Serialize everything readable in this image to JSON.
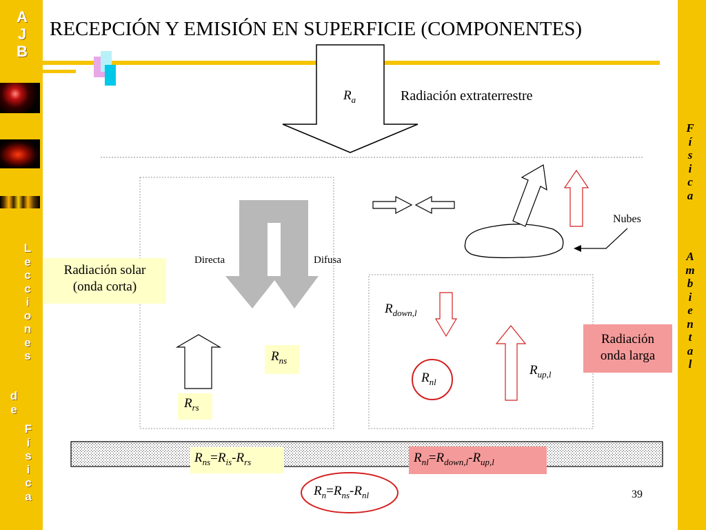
{
  "sidebar": {
    "ajb": [
      "A",
      "J",
      "B"
    ],
    "lecciones": [
      "L",
      "e",
      "c",
      "c",
      "i",
      "o",
      "n",
      "e",
      "s"
    ],
    "de": [
      "d",
      "e"
    ],
    "fisica": [
      "F",
      "í",
      "s",
      "i",
      "c",
      "a"
    ]
  },
  "right_sidebar": {
    "fisica": [
      "F",
      "í",
      "s",
      "i",
      "c",
      "a"
    ],
    "ambiental": [
      "A",
      "m",
      "b",
      "i",
      "e",
      "n",
      "t",
      "a",
      "l"
    ]
  },
  "title": "RECEPCIÓN Y EMISIÓN EN SUPERFICIE (COMPONENTES)",
  "diagram": {
    "ra_symbol": "R",
    "ra_sub": "a",
    "extraterrestrial_label": "Radiación extraterrestre",
    "directa_label": "Directa",
    "difusa_label": "Difusa",
    "nubes_label": "Nubes",
    "solar_note": [
      "Radiación solar",
      "(onda corta)"
    ],
    "longwave_note": [
      "Radiación",
      "onda larga"
    ],
    "rns": {
      "sym": "R",
      "sub": "ns"
    },
    "rrs": {
      "sym": "R",
      "sub": "rs"
    },
    "rnl": {
      "sym": "R",
      "sub": "nl"
    },
    "rdown": {
      "sym": "R",
      "sub": "down,l"
    },
    "rup": {
      "sym": "R",
      "sub": "up,l"
    }
  },
  "equations": {
    "rns": {
      "a": "R",
      "a_sub": "ns",
      "eq": "=",
      "b": "R",
      "b_sub": "is",
      "minus": "-",
      "c": "R",
      "c_sub": "rs"
    },
    "rnl": {
      "a": "R",
      "a_sub": "nl",
      "eq": "=",
      "b": "R",
      "b_sub": "down,l",
      "minus": "-",
      "c": "R",
      "c_sub": "up,l"
    },
    "rn": {
      "a": "R",
      "a_sub": "n",
      "eq": "=",
      "b": "R",
      "b_sub": "ns",
      "minus": "-",
      "c": "R",
      "c_sub": "nl"
    }
  },
  "page_number": "39",
  "colors": {
    "sidebar": "#f5c400",
    "accent_red": "#d42020",
    "note_yellow": "#ffffc8",
    "note_pink": "#f59a9a",
    "shadow_grey": "#b8b8b8"
  }
}
